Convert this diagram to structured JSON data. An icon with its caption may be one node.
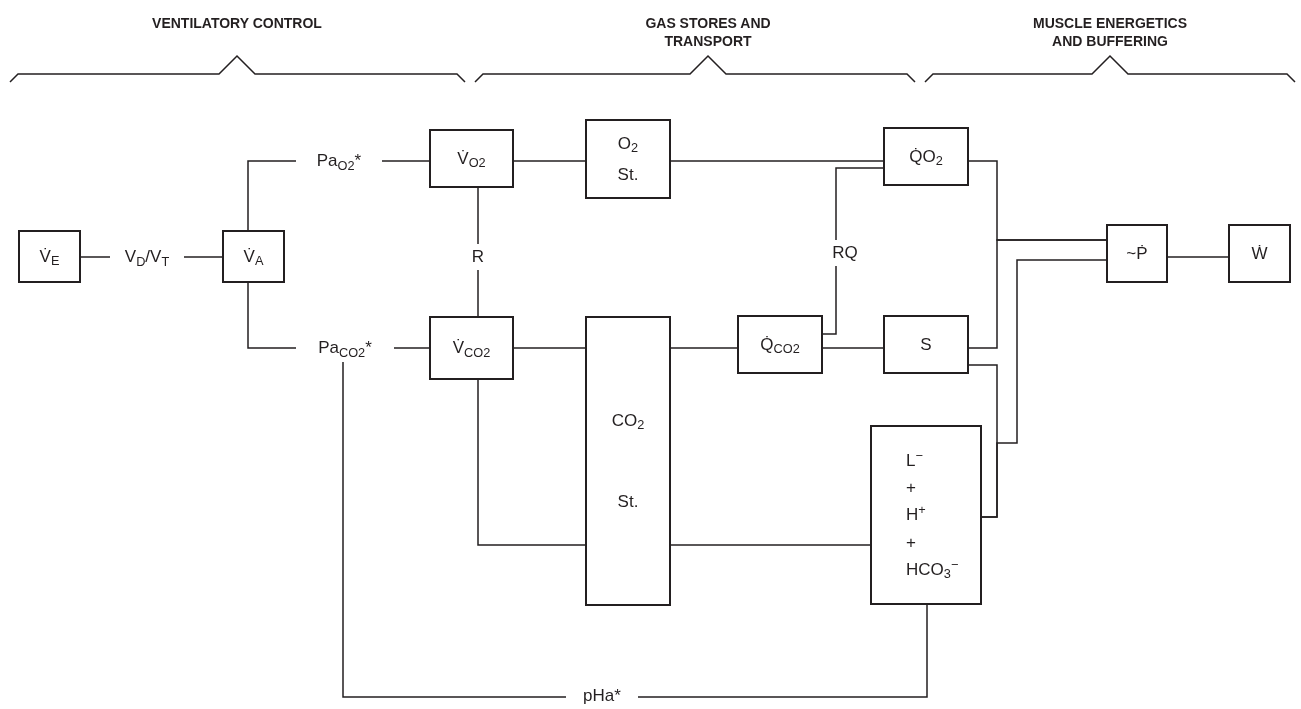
{
  "diagram": {
    "nodes": [
      {
        "text": [
          "V̇$_{E}$"
        ]
      },
      {
        "text": [
          "V$_{D}$/V$_{T}$"
        ]
      },
      {
        "text": [
          "V̇$_{A}$"
        ]
      },
      {
        "text": [
          "Pa$_{O2}$*"
        ]
      },
      {
        "text": [
          "Pa$_{CO2}$*"
        ]
      },
      {
        "text": [
          "V̇$_{O2}$"
        ]
      },
      {
        "text": [
          "R"
        ]
      },
      {
        "text": [
          "V̇$_{CO2}$"
        ]
      },
      {
        "text": [
          "O$_{2}$",
          "St."
        ]
      },
      {
        "text": [
          "CO$_{2}$",
          "St."
        ]
      },
      {
        "text": [
          "Q̇$_{CO2}$"
        ]
      },
      {
        "text": [
          "RQ"
        ]
      },
      {
        "text": [
          "Q̇O$_{2}$"
        ]
      },
      {
        "text": [
          "S"
        ]
      },
      {
        "text": [
          "L$^{−}$",
          "+",
          "H$^{+}$",
          "+",
          "HCO$_{3}$$^{−}$"
        ]
      },
      {
        "text": [
          "pHa*"
        ]
      },
      {
        "text": [
          "~Ṗ"
        ]
      },
      {
        "text": [
          "Ẇ"
        ]
      }
    ],
    "edges": [
      {
        "from": 0,
        "to": 1,
        "arrow": "none"
      },
      {
        "from": 1,
        "to": 2,
        "arrow": "none"
      },
      {
        "from": 2,
        "to": 3,
        "arrow": "none"
      },
      {
        "from": 2,
        "to": 4,
        "arrow": "none"
      },
      {
        "from": 3,
        "to": 5,
        "arrow": "none"
      },
      {
        "from": 4,
        "to": 7,
        "arrow": "none"
      },
      {
        "from": 5,
        "to": 6,
        "arrow": "none"
      },
      {
        "from": 6,
        "to": 7,
        "arrow": "none"
      },
      {
        "from": 5,
        "to": 8,
        "arrow": "none"
      },
      {
        "from": 8,
        "to": 12,
        "arrow": "none"
      },
      {
        "from": 7,
        "to": 9,
        "arrow": "none"
      },
      {
        "from": 7,
        "to": 9,
        "arrow": "none"
      },
      {
        "from": 9,
        "to": 10,
        "arrow": "none"
      },
      {
        "from": 10,
        "to": 13,
        "arrow": "none"
      },
      {
        "from": 10,
        "to": 11,
        "arrow": "none"
      },
      {
        "from": 11,
        "to": 12,
        "arrow": "none"
      },
      {
        "from": 9,
        "to": 14,
        "arrow": "none"
      },
      {
        "from": 4,
        "to": 15,
        "arrow": "none"
      },
      {
        "from": 15,
        "to": 14,
        "arrow": "none"
      },
      {
        "from": 12,
        "to": 16,
        "arrow": "none"
      },
      {
        "from": 13,
        "to": 16,
        "arrow": "none"
      },
      {
        "from": 13,
        "to": 14,
        "arrow": "none"
      },
      {
        "from": 16,
        "to": 14,
        "arrow": "none"
      },
      {
        "from": 16,
        "to": 17,
        "arrow": "none"
      }
    ],
    "labels": [
      "VENTILATORY CONTROL",
      "GAS STORES AND TRANSPORT",
      "MUSCLE ENERGETICS AND BUFFERING"
    ]
  }
}
